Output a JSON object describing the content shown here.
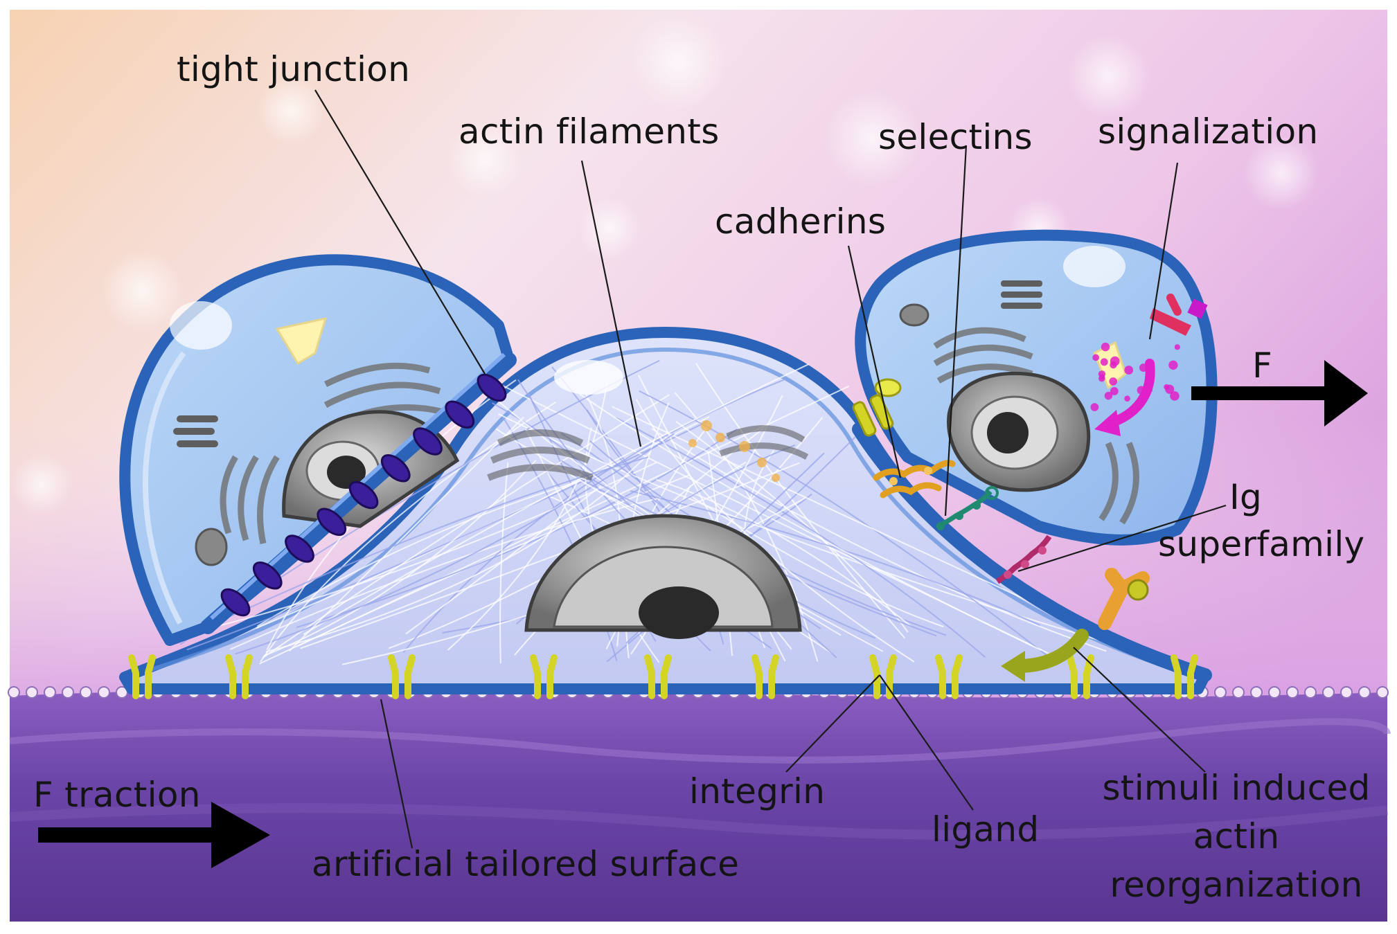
{
  "labels": {
    "tight_junction": "tight junction",
    "actin_filaments": "actin filaments",
    "selectins": "selectins",
    "signalization": "signalization",
    "cadherins": "cadherins",
    "force": "F",
    "ig_line1": "Ig",
    "ig_line2": "superfamily",
    "f_traction": "F traction",
    "integrin": "integrin",
    "ligand": "ligand",
    "surface": "artificial tailored surface",
    "stimuli_line1": "stimuli induced",
    "stimuli_line2": "actin",
    "stimuli_line3": "reorganization"
  },
  "colors": {
    "membrane": "#2a63b8",
    "cytoplasm": "#a9c9f2",
    "spread_cell": "#cfd6f5",
    "tight_junction": "#3b1e9a",
    "integrin": "#d3d426",
    "cadherin": "#e2a020",
    "selectin": "#1f8a70",
    "ig": "#b02a6a",
    "signal": "#e020c8",
    "receptor": "#e03060",
    "stimulus_arrow": "#9aa51e",
    "substrate": "#6b46a8",
    "nucleus": "#8a8a8a",
    "arrow": "#000000"
  }
}
